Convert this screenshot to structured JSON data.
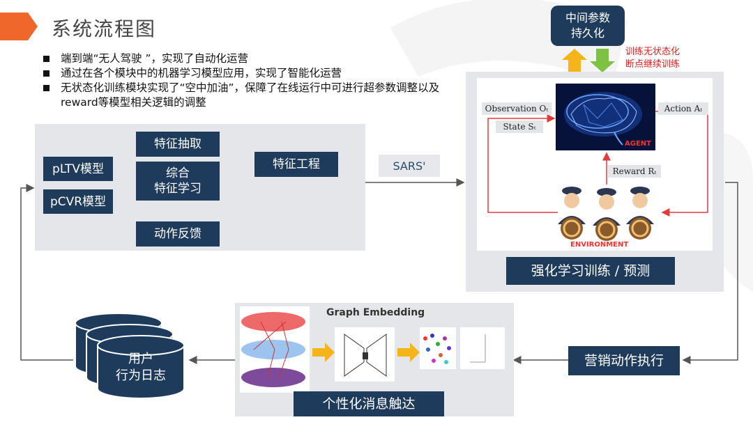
{
  "title": "系统流程图",
  "bullets": [
    "端到端“无人驾驶 ”，实现了自动化运营",
    "通过在各个模块中的机器学习模型应用，实现了智能化运营",
    "无状态化训练模块实现了“空中加油”，保障了在线运行中可进行超参数调整以及reward等模型相关逻辑的调整"
  ],
  "feature_panel": {
    "pltv": "pLTV模型",
    "pcvr": "pCVR模型",
    "feature_extract": "特征抽取",
    "comprehensive_line1": "综合",
    "comprehensive_line2": "特征学习",
    "feature_engineering": "特征工程",
    "action_feedback": "动作反馈"
  },
  "sars_label": "SARS'",
  "params_box": {
    "line1": "中间参数",
    "line2": "持久化"
  },
  "red_note": {
    "line1": "训练无状态化",
    "line2": "断点继续训练"
  },
  "rl_panel": {
    "observation": "Observation Oₜ",
    "state": "State Sₜ",
    "action": "Action Aₜ",
    "reward": "Reward Rₜ",
    "agent": "AGENT",
    "environment": "ENVIRONMENT",
    "title": "强化学习训练 / 预测"
  },
  "marketing_box": "营销动作执行",
  "graph_panel": {
    "title": "Graph Embedding",
    "caption": "个性化消息触达"
  },
  "user_log": {
    "line1": "用户",
    "line2": "行为日志"
  },
  "colors": {
    "accent_orange": "#f0672b",
    "box_navy": "#1f3b5c",
    "panel_gray": "#e4e6ea",
    "red_text": "#e02020"
  }
}
